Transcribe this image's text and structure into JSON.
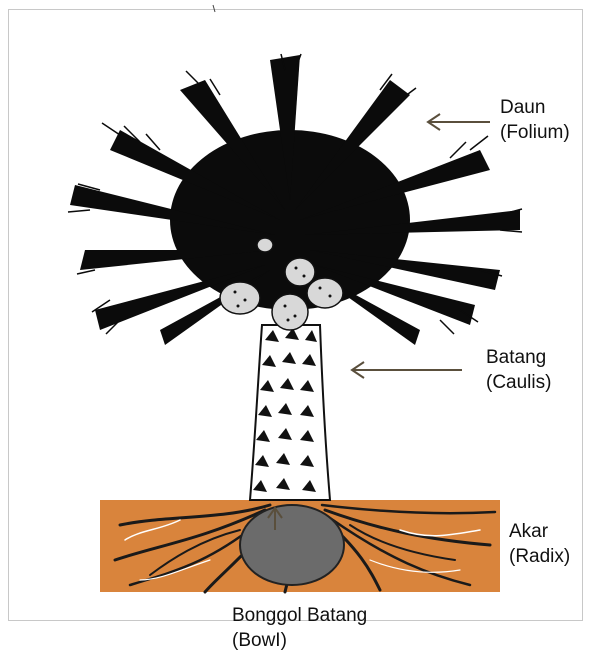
{
  "labels": {
    "daun": {
      "line1": "Daun",
      "line2": "(Folium)"
    },
    "batang": {
      "line1": "Batang",
      "line2": "(Caulis)"
    },
    "akar": {
      "line1": "Akar",
      "line2": "(Radix)"
    },
    "bonggol": {
      "line1": "Bonggol Batang",
      "line2": "(BowI)"
    }
  },
  "colors": {
    "soil": "#d9843c",
    "foliage": "#0b0b0b",
    "bowl": "#6b6b6b",
    "arrow": "#5a4f3c"
  }
}
